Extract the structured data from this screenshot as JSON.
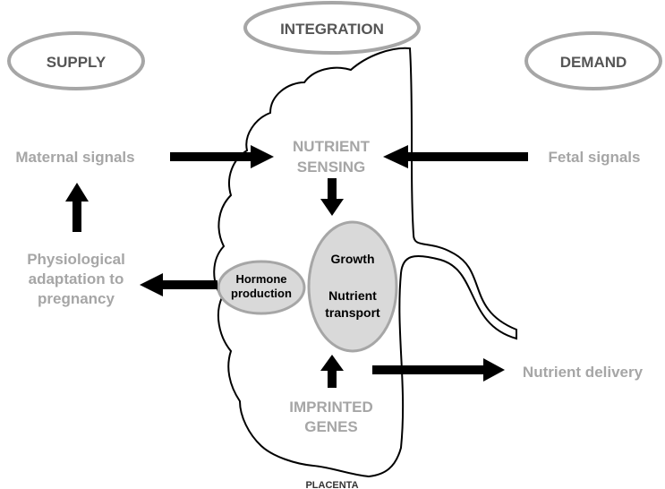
{
  "headers": {
    "supply": "SUPPLY",
    "integration": "INTEGRATION",
    "demand": "DEMAND"
  },
  "left": {
    "maternal_signals": "Maternal signals",
    "adaptation_line1": "Physiological",
    "adaptation_line2": "adaptation to",
    "adaptation_line3": "pregnancy"
  },
  "right": {
    "fetal_signals": "Fetal signals",
    "nutrient_delivery": "Nutrient delivery"
  },
  "center": {
    "sensing_line1": "NUTRIENT",
    "sensing_line2": "SENSING",
    "hormone_line1": "Hormone",
    "hormone_line2": "production",
    "growth": "Growth",
    "transport_line1": "Nutrient",
    "transport_line2": "transport",
    "imprinted_line1": "IMPRINTED",
    "imprinted_line2": "GENES",
    "placenta": "PLACENTA"
  },
  "colors": {
    "label_grey": "#a6a6a6",
    "ellipse_stroke": "#a6a6a6",
    "ellipse_fill": "#d9d9d9",
    "arrow": "#000000"
  }
}
